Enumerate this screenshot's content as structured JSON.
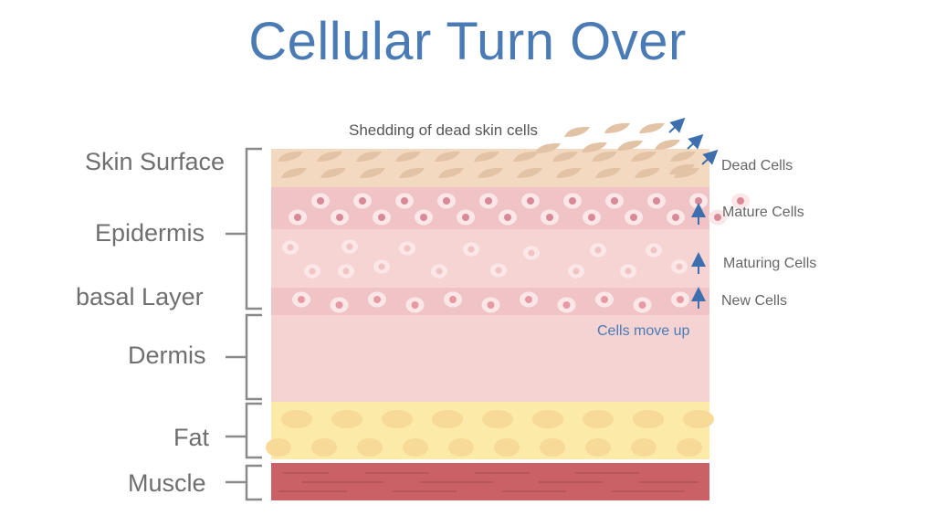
{
  "title": "Cellular Turn Over",
  "shedding_label": "Shedding of dead skin cells",
  "left_labels": {
    "skin_surface": "Skin Surface",
    "epidermis": "Epidermis",
    "basal_layer": "basal Layer",
    "dermis": "Dermis",
    "fat": "Fat",
    "muscle": "Muscle"
  },
  "right_labels": {
    "dead_cells": "Dead Cells",
    "mature_cells": "Mature Cells",
    "maturing_cells": "Maturing Cells",
    "new_cells": "New Cells",
    "cells_move_up": "Cells move up"
  },
  "colors": {
    "title": "#4a7bb5",
    "surface": "#f4d9c1",
    "dead_flake": "#e3c3a6",
    "mature_band": "#f0c4c6",
    "maturing_band": "#f6d4d3",
    "basal_band": "#f0c4c6",
    "dermis": "#f5d3d3",
    "fat": "#fbeaa8",
    "fat_cell": "#f7d998",
    "muscle": "#c96166",
    "arrow": "#3d6fae",
    "bracket": "#8a8a8a"
  }
}
